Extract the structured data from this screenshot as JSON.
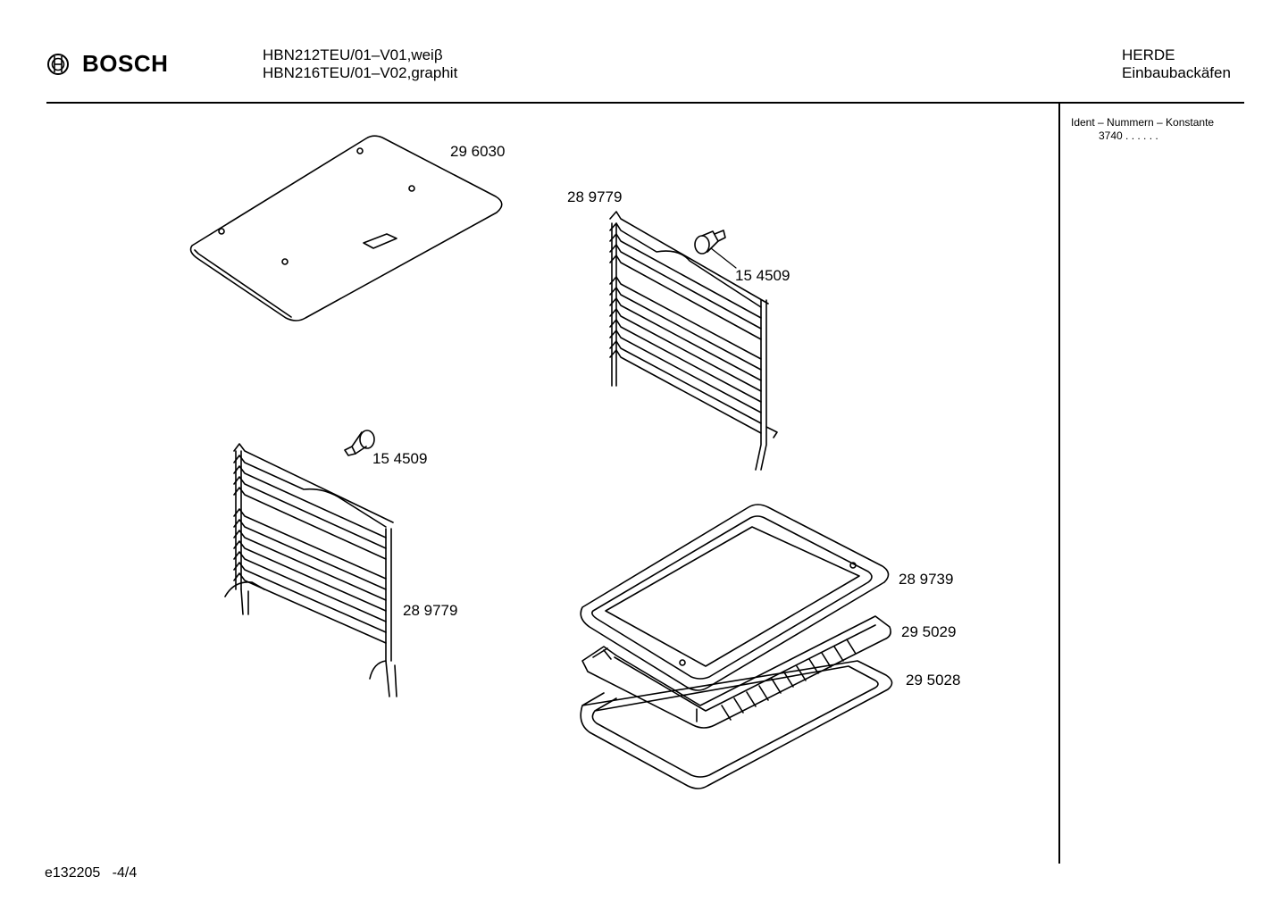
{
  "header": {
    "brand": "BOSCH",
    "models": [
      "HBN212TEU/01–V01,weiβ",
      "HBN216TEU/01–V02,graphit"
    ],
    "category": [
      "HERDE",
      "Einbaubackäfen"
    ]
  },
  "sidebar": {
    "ident_title": "Ident – Nummern – Konstante",
    "ident_value": "3740 . .  . . . ."
  },
  "parts": {
    "p296030": "29 6030",
    "p289779_top": "28 9779",
    "p154509_top": "15 4509",
    "p154509_left": "15 4509",
    "p289779_left": "28 9779",
    "p289739": "28 9739",
    "p295029": "29 5029",
    "p295028": "29 5028"
  },
  "footer": {
    "doc_id": "e132205",
    "page": "-4/4"
  }
}
